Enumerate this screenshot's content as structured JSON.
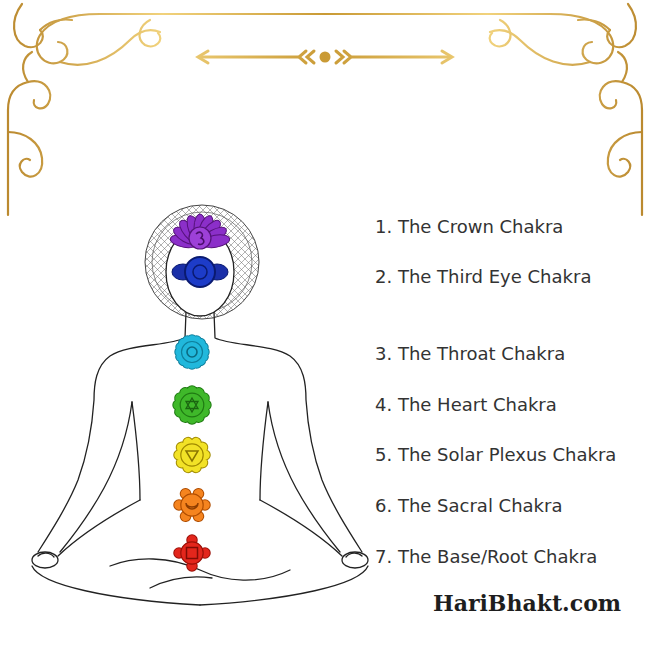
{
  "diagram": {
    "labels": [
      "1. The Crown Chakra",
      "2. The Third Eye Chakra",
      "3. The Throat Chakra",
      "4. The Heart Chakra",
      "5. The Solar Plexus Chakra",
      "6. The Sacral Chakra",
      "7. The Base/Root Chakra",
      "HariBhakt.com"
    ]
  }
}
